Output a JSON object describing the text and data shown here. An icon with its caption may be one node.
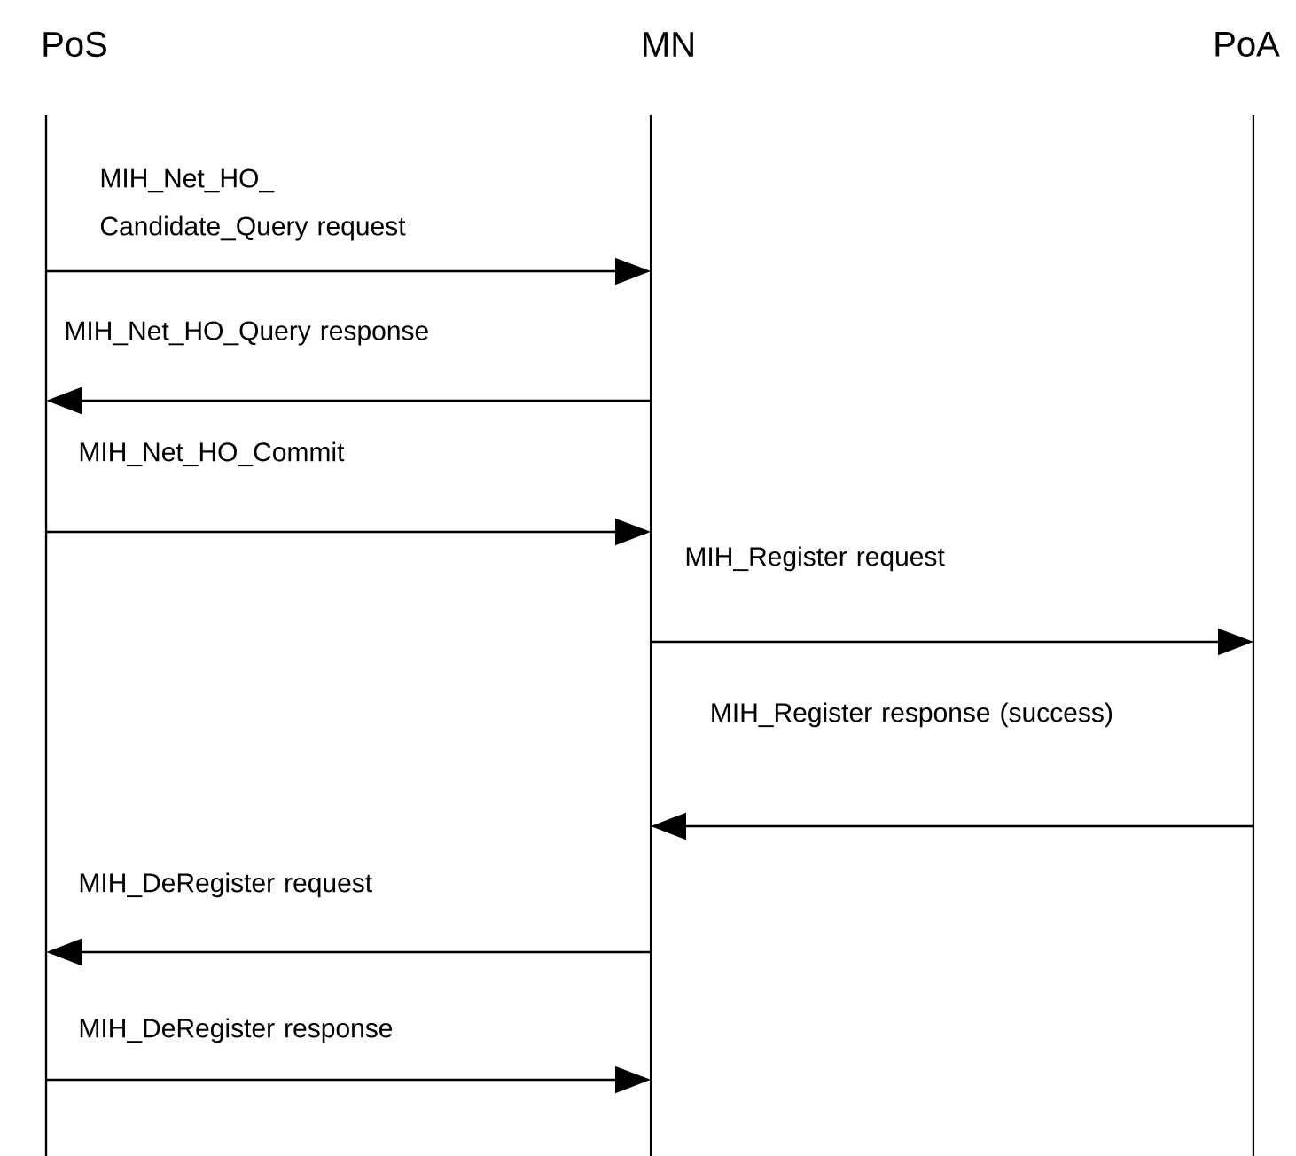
{
  "diagram": {
    "nodes": [
      {
        "text": [
          "PoS"
        ]
      },
      {
        "text": [
          "MN"
        ]
      },
      {
        "text": [
          "PoA"
        ]
      }
    ],
    "edges": [
      {
        "from": 0,
        "to": 1,
        "arrow": "to",
        "label": "MIH_Net_HO_ Candidate_Query request"
      },
      {
        "from": 1,
        "to": 0,
        "arrow": "to",
        "label": "MIH_Net_HO_Query response"
      },
      {
        "from": 0,
        "to": 1,
        "arrow": "to",
        "label": "MIH_Net_HO_Commit"
      },
      {
        "from": 1,
        "to": 2,
        "arrow": "to",
        "label": "MIH_Register request"
      },
      {
        "from": 2,
        "to": 1,
        "arrow": "to",
        "label": "MIH_Register response (success)"
      },
      {
        "from": 1,
        "to": 0,
        "arrow": "to",
        "label": "MIH_DeRegister request"
      },
      {
        "from": 0,
        "to": 1,
        "arrow": "to",
        "label": "MIH_DeRegister response"
      }
    ]
  }
}
